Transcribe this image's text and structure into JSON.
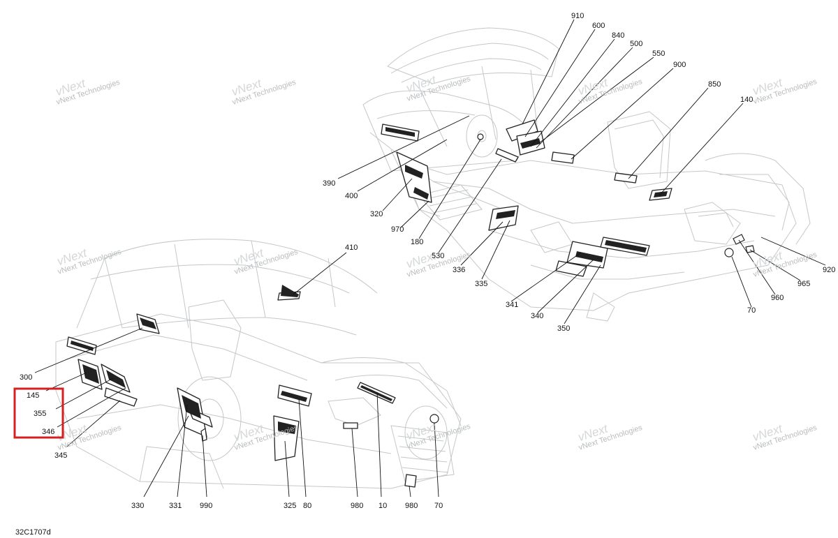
{
  "document": {
    "code": "32C1707d"
  },
  "watermark": {
    "brand": "vNext",
    "name": "Technologies",
    "text": "vNext Technologies"
  },
  "callouts": [
    {
      "id": "910",
      "label": "910"
    },
    {
      "id": "600",
      "label": "600"
    },
    {
      "id": "840",
      "label": "840"
    },
    {
      "id": "500",
      "label": "500"
    },
    {
      "id": "550",
      "label": "550"
    },
    {
      "id": "900",
      "label": "900"
    },
    {
      "id": "850",
      "label": "850"
    },
    {
      "id": "140",
      "label": "140"
    },
    {
      "id": "390",
      "label": "390"
    },
    {
      "id": "400",
      "label": "400"
    },
    {
      "id": "320",
      "label": "320"
    },
    {
      "id": "970",
      "label": "970"
    },
    {
      "id": "180",
      "label": "180"
    },
    {
      "id": "530",
      "label": "530"
    },
    {
      "id": "336",
      "label": "336"
    },
    {
      "id": "335",
      "label": "335"
    },
    {
      "id": "341",
      "label": "341"
    },
    {
      "id": "340",
      "label": "340"
    },
    {
      "id": "350",
      "label": "350"
    },
    {
      "id": "70a",
      "label": "70"
    },
    {
      "id": "960",
      "label": "960"
    },
    {
      "id": "965",
      "label": "965"
    },
    {
      "id": "920",
      "label": "920"
    },
    {
      "id": "410",
      "label": "410"
    },
    {
      "id": "300",
      "label": "300"
    },
    {
      "id": "145",
      "label": "145"
    },
    {
      "id": "355",
      "label": "355"
    },
    {
      "id": "346",
      "label": "346"
    },
    {
      "id": "345",
      "label": "345"
    },
    {
      "id": "330",
      "label": "330"
    },
    {
      "id": "331",
      "label": "331"
    },
    {
      "id": "990",
      "label": "990"
    },
    {
      "id": "325",
      "label": "325"
    },
    {
      "id": "80",
      "label": "80"
    },
    {
      "id": "980a",
      "label": "980"
    },
    {
      "id": "10",
      "label": "10"
    },
    {
      "id": "980b",
      "label": "980"
    },
    {
      "id": "70b",
      "label": "70"
    }
  ],
  "highlight": {
    "color": "#d42020",
    "items": [
      "145",
      "355",
      "346"
    ]
  },
  "colors": {
    "line": "#111111",
    "sketch": "#c4c7c9",
    "decal": "#222222"
  }
}
